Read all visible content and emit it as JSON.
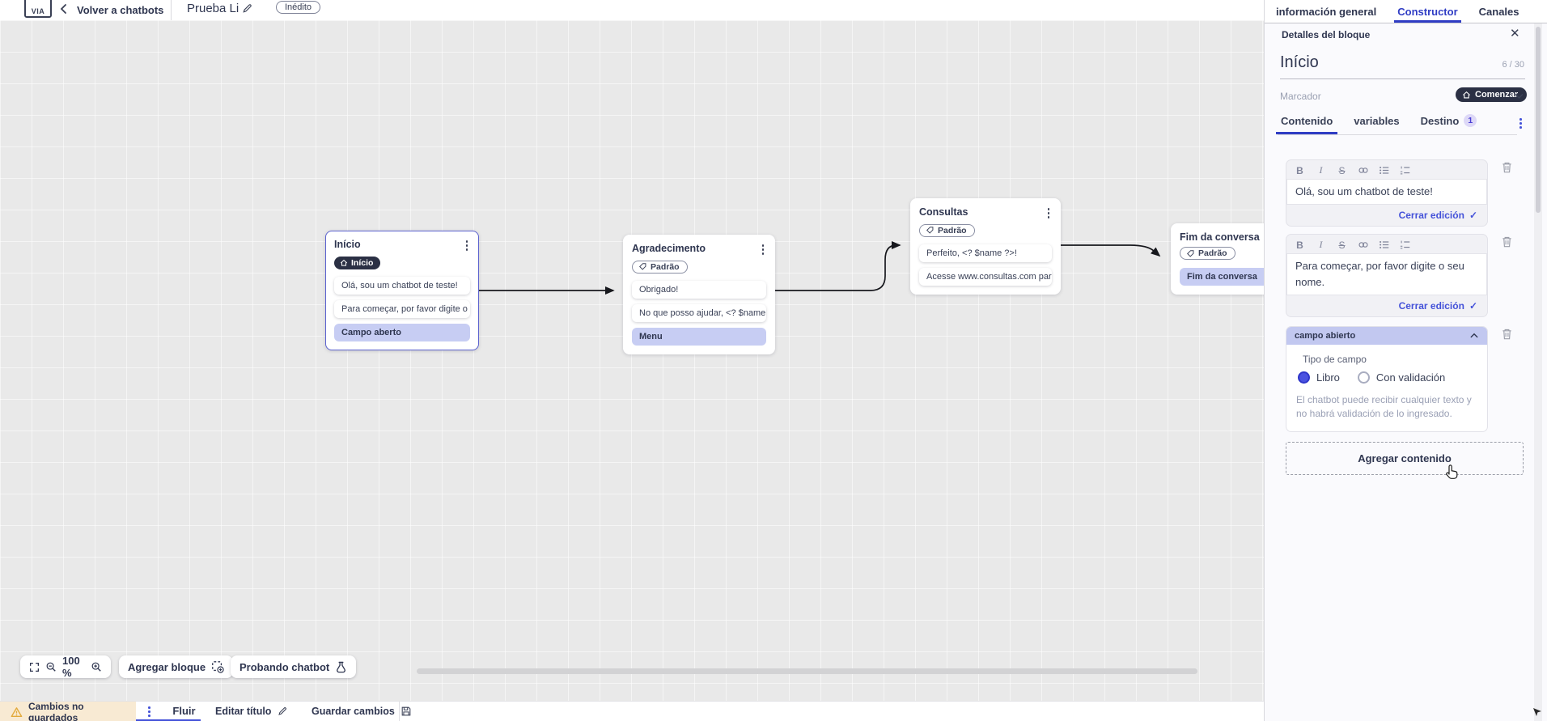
{
  "colors": {
    "accent_blue": "#2f3cc4",
    "link_blue": "#4452d9",
    "dark_pill": "#2b3044",
    "node_highlight": "#c7cdf3",
    "open_field_header": "#c2c8f0",
    "warning_bg": "#f8ead3",
    "warning_icon": "#e2a93b",
    "canvas_bg": "#e9e9e9",
    "text_navy": "#2f3650"
  },
  "topbar": {
    "logo": "VIA",
    "back_label": "Volver a chatbots",
    "title": "Prueba Li",
    "status_badge": "Inédito"
  },
  "panel_tabs": [
    {
      "label": "información general",
      "active": false
    },
    {
      "label": "Constructor",
      "active": true
    },
    {
      "label": "Canales",
      "active": false
    }
  ],
  "panel": {
    "header": "Detalles del bloque",
    "block_name": "Início",
    "counter": "6 / 30",
    "marker_label": "Marcador",
    "marker_value": "Comenzar",
    "tabs": [
      {
        "label": "Contenido"
      },
      {
        "label": "variables"
      },
      {
        "label": "Destino",
        "badge": "1"
      }
    ],
    "editors": [
      {
        "text": "Olá, sou um chatbot de teste!",
        "close_label": "Cerrar edición"
      },
      {
        "text": "Para começar, por favor digite o seu nome.",
        "close_label": "Cerrar edición"
      }
    ],
    "open_field": {
      "header": "campo abierto",
      "type_label": "Tipo de campo",
      "options": [
        {
          "label": "Libro",
          "selected": true
        },
        {
          "label": "Con validación",
          "selected": false
        }
      ],
      "helper": "El chatbot puede recibir cualquier texto y no habrá validación de lo ingresado."
    },
    "add_content_label": "Agregar contenido"
  },
  "canvas": {
    "nodes": [
      {
        "title": "Início",
        "badge": "Início",
        "items": [
          {
            "text": "Olá, sou um chatbot de teste!"
          },
          {
            "text": "Para começar, por favor digite o ..."
          },
          {
            "text": "Campo aberto"
          }
        ]
      },
      {
        "title": "Agradecimento",
        "badge": "Padrão",
        "items": [
          {
            "text": "Obrigado!"
          },
          {
            "text": "No que posso ajudar, <? $name ..."
          },
          {
            "text": "Menu"
          }
        ]
      },
      {
        "title": "Consultas",
        "badge": "Padrão",
        "items": [
          {
            "text": "Perfeito, <? $name ?>!"
          },
          {
            "text": "Acesse www.consultas.com par..."
          }
        ]
      },
      {
        "title": "Fim da conversa",
        "badge": "Padrão",
        "items": [
          {
            "text": "Fim da conversa"
          }
        ]
      }
    ]
  },
  "toolbar": {
    "zoom_value": "100 %",
    "add_block_label": "Agregar bloque",
    "test_chatbot_label": "Probando chatbot"
  },
  "bottombar": {
    "unsaved_label": "Cambios no guardados",
    "flow_tab": "Fluir",
    "edit_title_label": "Editar título",
    "save_label": "Guardar cambios"
  }
}
